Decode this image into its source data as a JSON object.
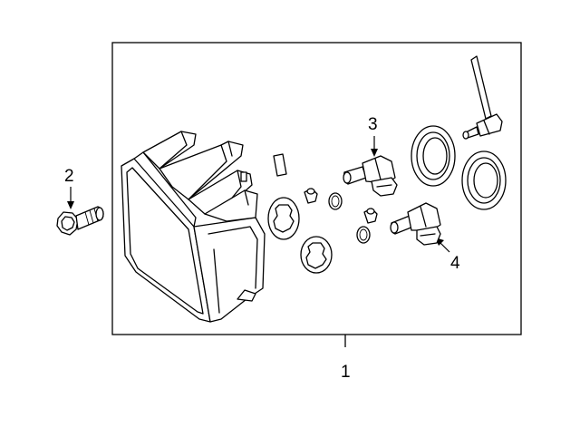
{
  "callouts": [
    {
      "label": "1",
      "part": "headlamp-assembly"
    },
    {
      "label": "2",
      "part": "bolt"
    },
    {
      "label": "3",
      "part": "bulb-upper"
    },
    {
      "label": "4",
      "part": "bulb-lower"
    }
  ],
  "colors": {
    "line": "#000000",
    "background": "#ffffff"
  }
}
